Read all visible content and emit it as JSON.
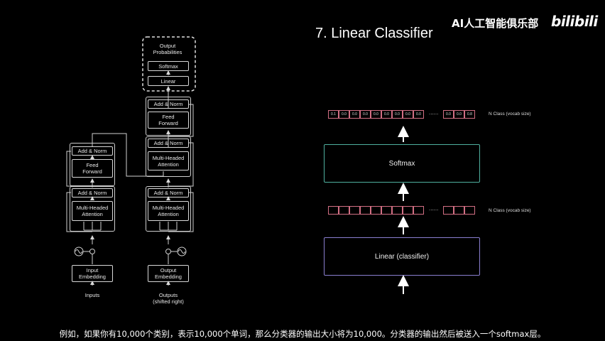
{
  "header": {
    "title": "7. Linear Classifier",
    "brand": "AI人工智能俱乐部",
    "logo": "bilibili"
  },
  "transformer": {
    "output_probabilities": "Output\nProbabilities",
    "softmax": "Softmax",
    "linear": "Linear",
    "add_norm": "Add & Norm",
    "feed_forward": "Feed\nForward",
    "attention": "Multi-Headed\nAttention",
    "input_embedding": "Input\nEmbedding",
    "output_embedding": "Output\nEmbedding",
    "inputs": "Inputs",
    "outputs": "Outputs\n(shifted right)"
  },
  "classifier": {
    "top_cells": [
      "0.1",
      "0.0",
      "0.0",
      "0.0",
      "0.0",
      "0.0",
      "0.0",
      "0.0",
      "0.0"
    ],
    "top_tail_cells": [
      "0.0",
      "0.0",
      "0.8"
    ],
    "dots": "......",
    "n_class_label": "N Class (vocab size)",
    "softmax_label": "Softmax",
    "linear_label": "Linear (classifier)"
  },
  "subtitle": "例如，如果你有10,000个类别，表示10,000个单词，那么分类器的输出大小将为10,000。分类器的输出然后被送入一个softmax层。"
}
